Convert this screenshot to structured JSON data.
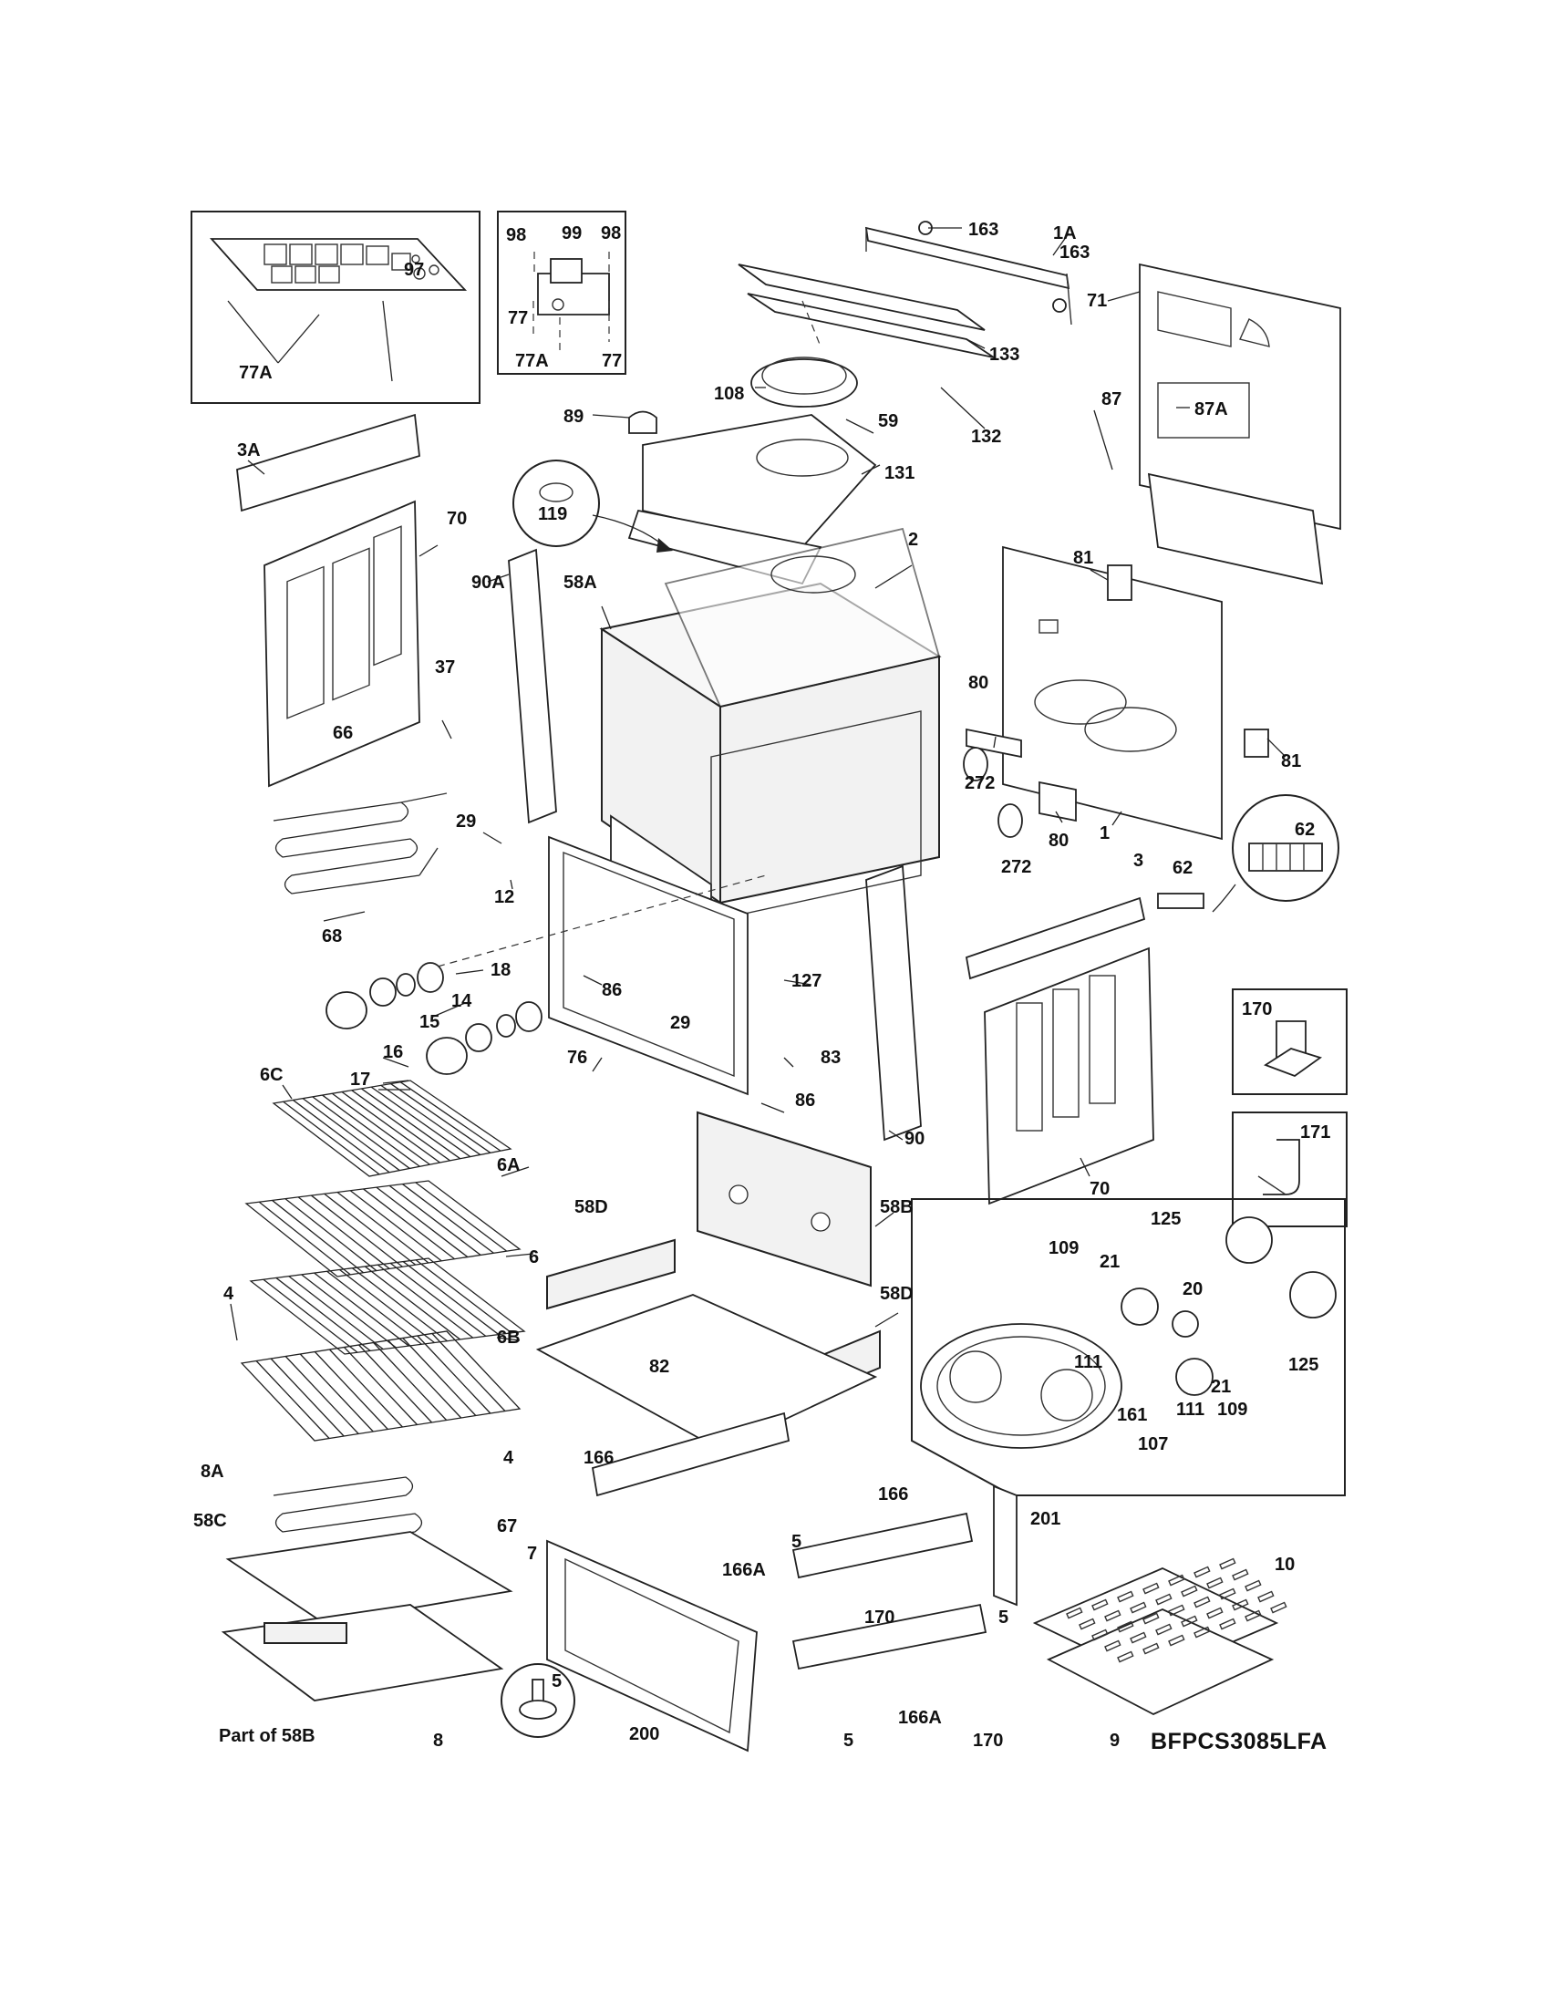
{
  "model_number": "BFPCS3085LFA",
  "caption_part_of_58b": "Part of 58B",
  "callouts": {
    "c97": "97",
    "c77a_left": "77A",
    "c98_left": "98",
    "c99": "99",
    "c98_right": "98",
    "c77_left": "77",
    "c77a_mid": "77A",
    "c77_right": "77",
    "c163_top": "163",
    "c1a": "1A",
    "c163_mid": "163",
    "c71": "71",
    "c133": "133",
    "c108": "108",
    "c87": "87",
    "c87a": "87A",
    "c89": "89",
    "c59": "59",
    "c132": "132",
    "c3a": "3A",
    "c70_left": "70",
    "c119": "119",
    "c131": "131",
    "c2": "2",
    "c90a": "90A",
    "c58a": "58A",
    "c81_top": "81",
    "c37": "37",
    "c80_top": "80",
    "c66": "66",
    "c81_right": "81",
    "c272_top": "272",
    "c29_left": "29",
    "c80_bottom": "80",
    "c1": "1",
    "c62_circle": "62",
    "c272_bottom": "272",
    "c12": "12",
    "c3": "3",
    "c62": "62",
    "c68": "68",
    "c127": "127",
    "c18": "18",
    "c86_mid": "86",
    "c14": "14",
    "c29_mid": "29",
    "c15": "15",
    "c170_box": "170",
    "c16": "16",
    "c76": "76",
    "c83": "83",
    "c17": "17",
    "c86_lower": "86",
    "c6c": "6C",
    "c171": "171",
    "c90": "90",
    "c6a": "6A",
    "c70_right": "70",
    "c58d_left": "58D",
    "c58b": "58B",
    "c125_top": "125",
    "c109_top": "109",
    "c21_top": "21",
    "c6": "6",
    "c20": "20",
    "c4_left": "4",
    "c58d_right": "58D",
    "c6b": "6B",
    "c82": "82",
    "c111_left": "111",
    "c125_right": "125",
    "c21_right": "21",
    "c161": "161",
    "c111_mid": "111",
    "c109_bottom": "109",
    "c4_lower": "4",
    "c107": "107",
    "c166_left": "166",
    "c8a": "8A",
    "c166_right": "166",
    "c201": "201",
    "c58c": "58C",
    "c67": "67",
    "c5_top": "5",
    "c10": "10",
    "c7": "7",
    "c166a_top": "166A",
    "c170_mid": "170",
    "c5_right": "5",
    "c5_left": "5",
    "c166a_bottom": "166A",
    "c8": "8",
    "c200": "200",
    "c5_bottom": "5",
    "c170_bottom": "170",
    "c9": "9"
  }
}
